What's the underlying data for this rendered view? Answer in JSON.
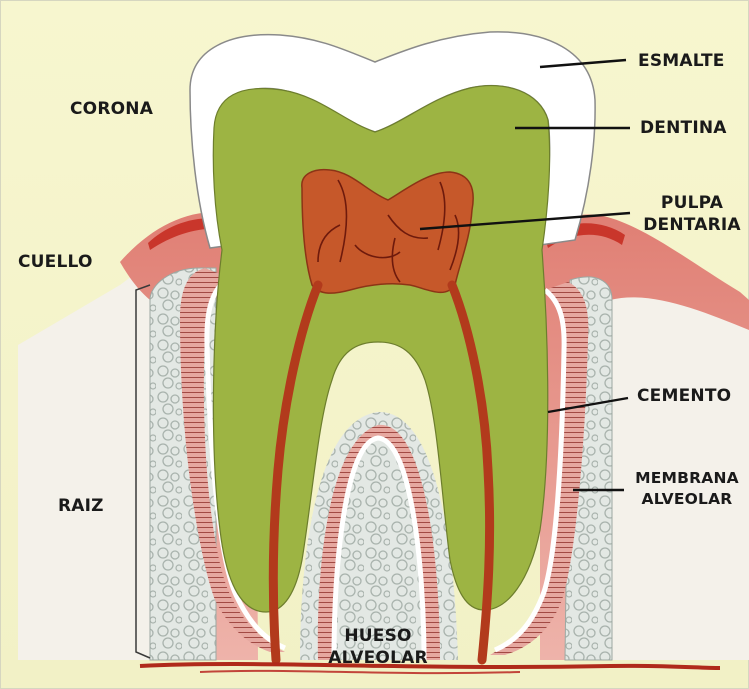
{
  "diagram": {
    "labels": {
      "corona": "CORONA",
      "cuello": "CUELLO",
      "raiz": "RAIZ",
      "esmalte": "ESMALTE",
      "dentina": "DENTINA",
      "pulpa_line1": "PULPA",
      "pulpa_line2": "DENTARIA",
      "cemento": "CEMENTO",
      "membrana_line1": "MEMBRANA",
      "membrana_line2": "ALVEOLAR",
      "hueso_line1": "HUESO",
      "hueso_line2": "ALVEOLAR"
    },
    "colors": {
      "background": "#f6f5cf",
      "enamel": "#ffffff",
      "dentin": "#9fb545",
      "pulp": "#c6582a",
      "gum": "#e79a90",
      "bone": "#dde4e0",
      "vessel": "#b02a1a"
    }
  }
}
